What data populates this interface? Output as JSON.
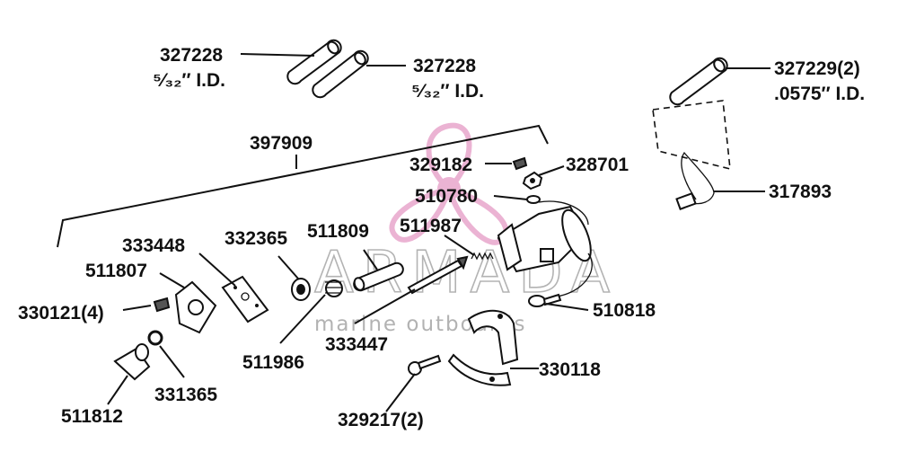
{
  "parts": {
    "p327228_a": "327228",
    "p327228_a_id": "⁵⁄₃₂′′ I.D.",
    "p327228_b": "327228",
    "p327228_b_id": "⁵⁄₃₂′′ I.D.",
    "p327229": "327229(2)",
    "p327229_id": ".0575′′ I.D.",
    "p397909": "397909",
    "p329182": "329182",
    "p328701": "328701",
    "p510780": "510780",
    "p317893": "317893",
    "p511987": "511987",
    "p333448": "333448",
    "p332365": "332365",
    "p511809": "511809",
    "p511807": "511807",
    "p330121": "330121(4)",
    "p510818": "510818",
    "p511986": "511986",
    "p333447": "333447",
    "p331365": "331365",
    "p330118": "330118",
    "p511812": "511812",
    "p329217": "329217(2)"
  },
  "watermark": {
    "brand": "ARMADA",
    "tagline": "marine outboards",
    "accent_color": "#e8a6cc"
  }
}
